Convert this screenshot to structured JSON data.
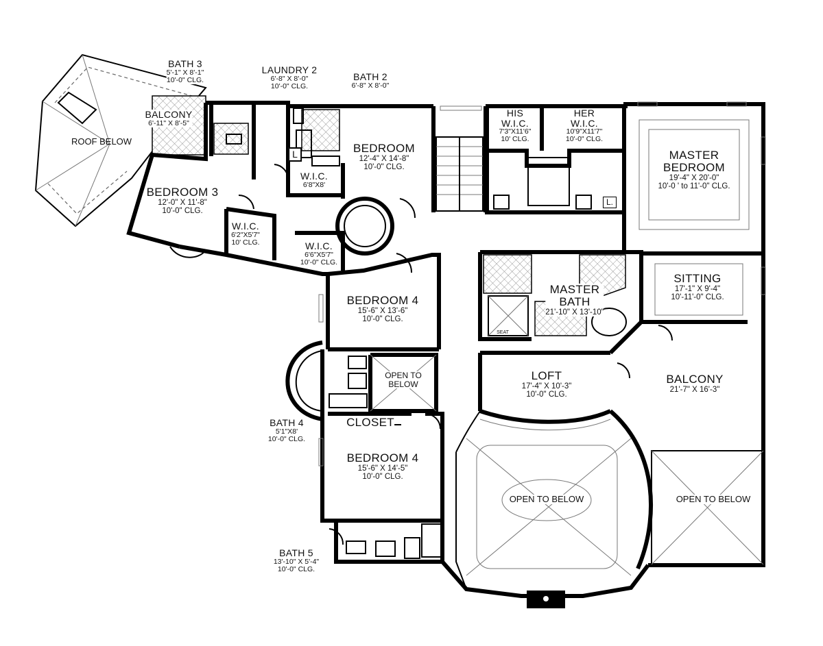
{
  "rooms": {
    "roof_below": {
      "name": "ROOF BELOW"
    },
    "bath3": {
      "name": "BATH 3",
      "dim": "5'-1\" X 8'-1\"",
      "clg": "10'-0\" CLG."
    },
    "laundry2": {
      "name": "LAUNDRY 2",
      "dim": "6'-8\" X 8'-0\"",
      "clg": "10'-0\" CLG."
    },
    "bath2": {
      "name": "BATH 2",
      "dim": "6'-8\" X 8'-0\""
    },
    "balcony_small": {
      "name": "BALCONY",
      "dim": "6'-11\" X 8'-5\""
    },
    "bedroom_top": {
      "name": "BEDROOM",
      "dim": "12'-4\" X 14'-8\"",
      "clg": "10'-0\" CLG."
    },
    "his_wic": {
      "name1": "HIS",
      "name2": "W.I.C.",
      "dim": "7'3\"X11'6\"",
      "clg": "10' CLG."
    },
    "her_wic": {
      "name1": "HER",
      "name2": "W.I.C.",
      "dim": "10'9\"X11'7\"",
      "clg": "10'-0\" CLG."
    },
    "master_bedroom": {
      "name1": "MASTER",
      "name2": "BEDROOM",
      "dim": "19'-4\" X 20'-0\"",
      "clg": "10'-0 ' to 11'-0\" CLG."
    },
    "wic_a": {
      "name": "W.I.C.",
      "dim": "6'8\"X8'"
    },
    "bedroom3": {
      "name": "BEDROOM 3",
      "dim": "12'-0\" X 11'-8\"",
      "clg": "10'-0\" CLG."
    },
    "wic_b": {
      "name": "W.I.C.",
      "dim": "6'2\"X5'7\"",
      "clg": "10' CLG."
    },
    "wic_c": {
      "name": "W.I.C.",
      "dim": "6'6\"X5'7\"",
      "clg": "10'-0\" CLG."
    },
    "sitting": {
      "name": "SITTING",
      "dim": "17'-1\" X 9'-4\"",
      "clg": "10'-11'-0\" CLG."
    },
    "master_bath": {
      "name1": "MASTER",
      "name2": "BATH",
      "dim": "21'-10\" X 13'-10\""
    },
    "bedroom4_top": {
      "name": "BEDROOM 4",
      "dim": "15'-6\" X 13'-6\"",
      "clg": "10'-0\" CLG."
    },
    "open_small": {
      "name1": "OPEN TO",
      "name2": "BELOW"
    },
    "loft": {
      "name": "LOFT",
      "dim": "17'-4\" X 10'-3\"",
      "clg": "10'-0\" CLG."
    },
    "balcony_big": {
      "name": "BALCONY",
      "dim": "21'-7\" X 16'-3\""
    },
    "bath4": {
      "name": "BATH 4",
      "dim": "5'1\"X8'",
      "clg": "10'-0\" CLG."
    },
    "closet": {
      "name": "CLOSET"
    },
    "bedroom4_bottom": {
      "name": "BEDROOM 4",
      "dim": "15'-6\" X 14'-5\"",
      "clg": "10'-0\" CLG."
    },
    "open_center": {
      "name": "OPEN TO BELOW"
    },
    "open_right": {
      "name": "OPEN TO BELOW"
    },
    "bath5": {
      "name": "BATH 5",
      "dim": "13'-10\" X 5'-4\"",
      "clg": "10'-0\" CLG."
    }
  },
  "fixtures": {
    "l_top": "L",
    "l_master": "L.",
    "seat": "SEAT"
  }
}
